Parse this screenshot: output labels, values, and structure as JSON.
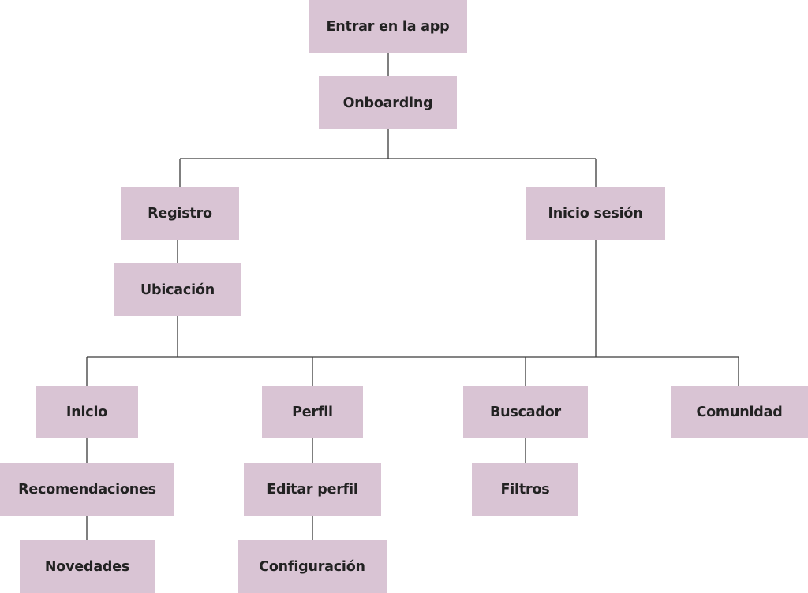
{
  "diagram": {
    "type": "flowchart",
    "colors": {
      "node_fill": "#d9c4d4",
      "node_text": "#222222",
      "connector": "#3a3a3a",
      "background": "#ffffff"
    },
    "nodes": {
      "entrar": "Entrar en la app",
      "onboarding": "Onboarding",
      "registro": "Registro",
      "inicio_sesion": "Inicio sesión",
      "ubicacion": "Ubicación",
      "inicio": "Inicio",
      "perfil": "Perfil",
      "buscador": "Buscador",
      "comunidad": "Comunidad",
      "recomendaciones": "Recomendaciones",
      "editar_perfil": "Editar perfil",
      "filtros": "Filtros",
      "novedades": "Novedades",
      "configuracion": "Configuración"
    },
    "edges": [
      [
        "entrar",
        "onboarding"
      ],
      [
        "onboarding",
        "registro"
      ],
      [
        "onboarding",
        "inicio_sesion"
      ],
      [
        "registro",
        "ubicacion"
      ],
      [
        "ubicacion",
        "inicio"
      ],
      [
        "ubicacion",
        "perfil"
      ],
      [
        "ubicacion",
        "buscador"
      ],
      [
        "ubicacion",
        "comunidad"
      ],
      [
        "inicio_sesion",
        "inicio"
      ],
      [
        "inicio_sesion",
        "perfil"
      ],
      [
        "inicio_sesion",
        "buscador"
      ],
      [
        "inicio_sesion",
        "comunidad"
      ],
      [
        "inicio",
        "recomendaciones"
      ],
      [
        "recomendaciones",
        "novedades"
      ],
      [
        "perfil",
        "editar_perfil"
      ],
      [
        "editar_perfil",
        "configuracion"
      ],
      [
        "buscador",
        "filtros"
      ]
    ]
  }
}
